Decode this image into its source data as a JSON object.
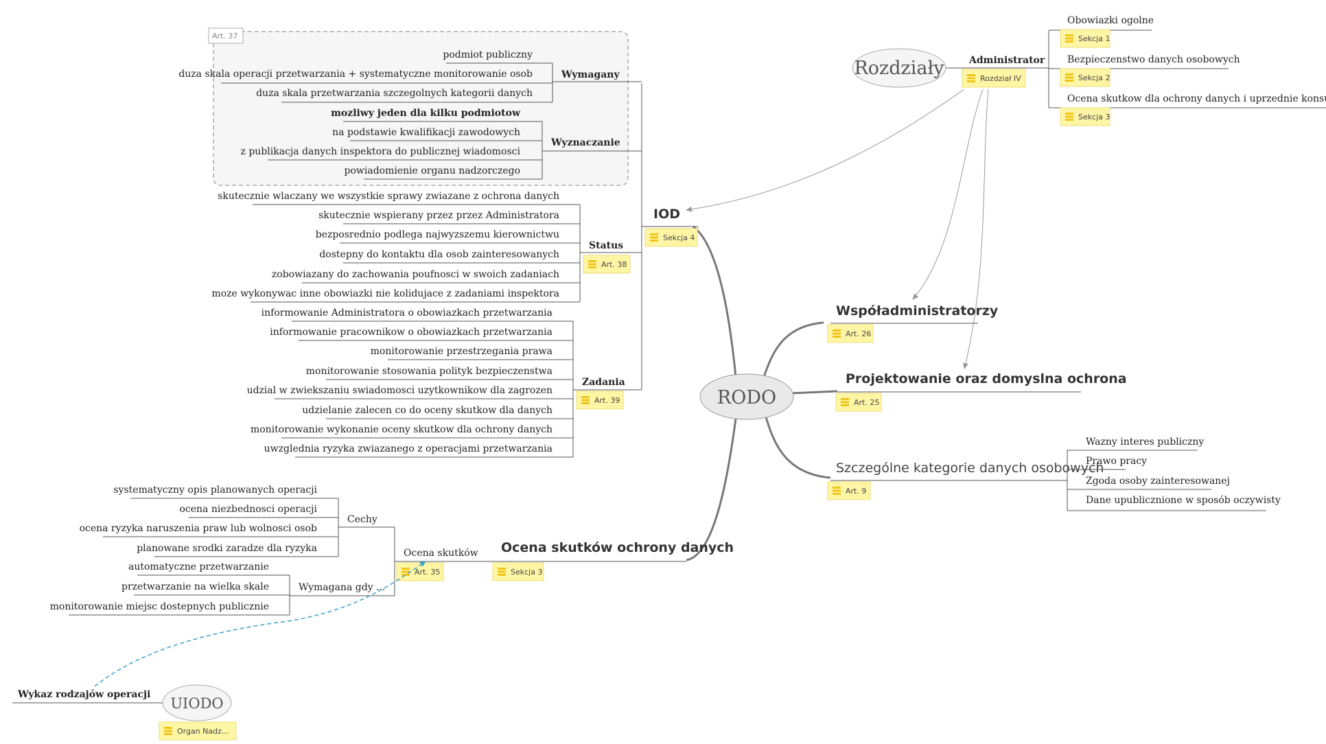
{
  "center": {
    "label": "RODO"
  },
  "rozdzialy": {
    "label": "Rozdziały"
  },
  "uiodo": {
    "label": "UIODO",
    "note": "Organ Nadz...",
    "link_label": "Wykaz rodzajów operacji"
  },
  "administrator": {
    "label": "Administrator",
    "note": "Rozdział IV",
    "items": [
      {
        "label": "Obowiazki ogolne",
        "note": "Sekcja 1"
      },
      {
        "label": "Bezpieczenstwo danych osobowych",
        "note": "Sekcja 2"
      },
      {
        "label": "Ocena skutkow dla ochrony danych i uprzednie konsultacje",
        "note": "Sekcja 3"
      }
    ]
  },
  "iod": {
    "label": "IOD",
    "note": "Sekcja 4",
    "boundary": {
      "label": "Art. 37"
    },
    "wymagany": {
      "label": "Wymagany",
      "items": [
        "podmiot publiczny",
        "duza skala operacji przetwarzania + systematyczne monitorowanie osob",
        "duza skala przetwarzania szczegolnych kategorii danych"
      ]
    },
    "wyznaczanie": {
      "label": "Wyznaczanie",
      "items": [
        "mozliwy jeden dla kilku podmiotow",
        "na podstawie kwalifikacji zawodowych",
        "z publikacja danych inspektora do publicznej wiadomosci",
        "powiadomienie organu nadzorczego"
      ]
    },
    "status": {
      "label": "Status",
      "note": "Art. 38",
      "items": [
        "skutecznie wlaczany we wszystkie sprawy zwiazane z ochrona danych",
        "skutecznie wspierany przez przez Administratora",
        "bezposrednio podlega najwyzszemu kierownictwu",
        "dostepny do kontaktu dla osob zainteresowanych",
        "zobowiazany do zachowania poufnosci w swoich zadaniach",
        "moze wykonywac inne obowiazki nie kolidujace z zadaniami inspektora"
      ]
    },
    "zadania": {
      "label": "Zadania",
      "note": "Art. 39",
      "items": [
        "informowanie Administratora o obowiazkach przetwarzania",
        "informowanie pracownikow o obowiazkach przetwarzania",
        "monitorowanie przestrzegania prawa",
        "monitorowanie stosowania polityk bezpieczenstwa",
        "udzial w zwiekszaniu swiadomosci uzytkownikow dla zagrozen",
        "udzielanie zalecen co do oceny skutkow dla danych",
        "monitorowanie wykonanie oceny skutkow dla ochrony danych",
        "uwzglednia ryzyka zwiazanego z operacjami przetwarzania"
      ]
    }
  },
  "wspol": {
    "label": "Współadministratorzy",
    "note": "Art. 26"
  },
  "projekt": {
    "label": "Projektowanie oraz domyslna ochrona",
    "note": "Art. 25"
  },
  "szczeg": {
    "label": "Szczególne kategorie danych osobowych",
    "note": "Art. 9",
    "items": [
      "Wazny interes publiczny",
      "Prawo pracy",
      "Zgoda osoby zainteresowanej",
      "Dane upublicznione w sposób oczywisty"
    ]
  },
  "ocena": {
    "label": "Ocena skutków ochrony danych",
    "note": "Sekcja 3",
    "sub": {
      "label": "Ocena skutków",
      "note": "Art. 35"
    },
    "cechy": {
      "label": "Cechy",
      "items": [
        "systematyczny opis planowanych operacji",
        "ocena niezbednosci operacji",
        "ocena ryzyka naruszenia praw lub wolnosci osob",
        "planowane srodki zaradze dla ryzyka"
      ]
    },
    "wymagana": {
      "label": "Wymagana gdy ...",
      "items": [
        "automatyczne przetwarzanie",
        "przetwarzanie na wielka skale",
        "monitorowanie miejsc dostepnych publicznie"
      ]
    }
  },
  "colors": {
    "note_fill": "#fff6a5",
    "relation": "#3aa0c8",
    "branch": "#777777"
  }
}
